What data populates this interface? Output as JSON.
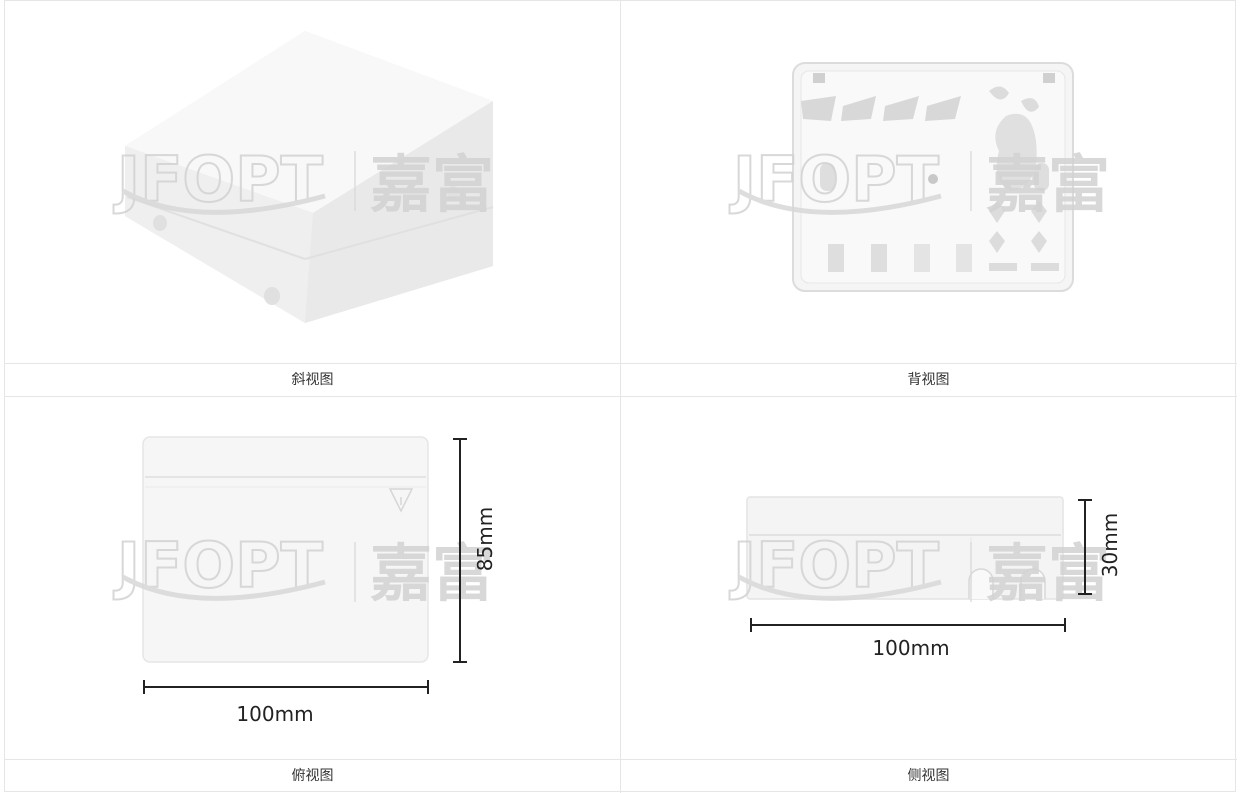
{
  "panels": [
    {
      "caption": "斜视图",
      "view": "oblique"
    },
    {
      "caption": "背视图",
      "view": "back"
    },
    {
      "caption": "俯视图",
      "view": "top",
      "dim_width": "100mm",
      "dim_height": "85mm"
    },
    {
      "caption": "侧视图",
      "view": "side",
      "dim_width": "100mm",
      "dim_height": "30mm"
    }
  ],
  "watermark": {
    "latin": "JFOPT",
    "cjk": "嘉富"
  },
  "colors": {
    "product": "#f4f4f4",
    "outline": "#e2e2e2",
    "dimension": "#222222",
    "watermark": "#d2d2d2"
  }
}
